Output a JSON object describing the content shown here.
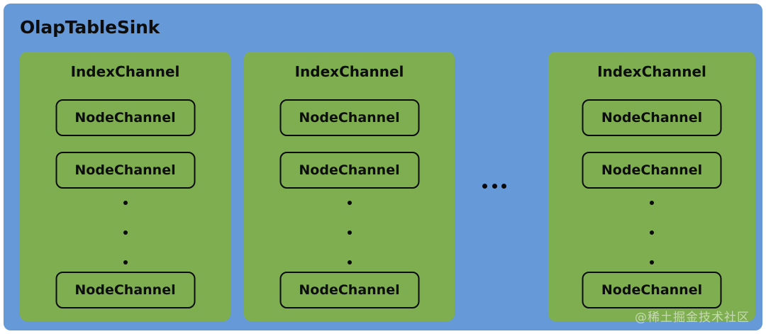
{
  "diagram": {
    "title": "OlapTableSink",
    "background_color": "#6699d8",
    "group_color": "#7fae51",
    "border_color": "#0a0a0a",
    "columns": [
      {
        "title": "IndexChannel",
        "nodes": [
          {
            "label": "NodeChannel"
          },
          {
            "label": "NodeChannel"
          },
          {
            "label": "NodeChannel"
          }
        ],
        "vertical_ellipsis": [
          "•",
          "•",
          "•"
        ]
      },
      {
        "title": "IndexChannel",
        "nodes": [
          {
            "label": "NodeChannel"
          },
          {
            "label": "NodeChannel"
          },
          {
            "label": "NodeChannel"
          }
        ],
        "vertical_ellipsis": [
          "•",
          "•",
          "•"
        ]
      },
      {
        "title": "IndexChannel",
        "nodes": [
          {
            "label": "NodeChannel"
          },
          {
            "label": "NodeChannel"
          },
          {
            "label": "NodeChannel"
          }
        ],
        "vertical_ellipsis": [
          "•",
          "•",
          "•"
        ]
      }
    ],
    "horizontal_ellipsis": [
      "•",
      "•",
      "•"
    ]
  },
  "watermark": {
    "text": "@稀土掘金技术社区"
  }
}
